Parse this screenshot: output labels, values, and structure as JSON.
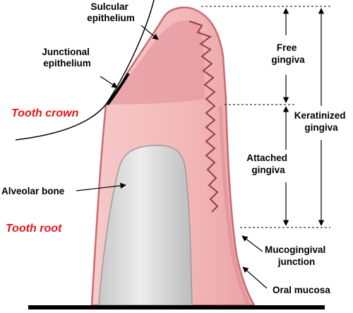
{
  "labels": {
    "sulcular_epithelium": [
      "Sulcular",
      "epithelium"
    ],
    "junctional_epithelium": [
      "Junctional",
      "epithelium"
    ],
    "tooth_crown": "Tooth crown",
    "alveolar_bone": "Alveolar bone",
    "tooth_root": "Tooth root",
    "free_gingiva": [
      "Free",
      "gingiva"
    ],
    "keratinized_gingiva": [
      "Keratinized",
      "gingiva"
    ],
    "attached_gingiva": [
      "Attached",
      "gingiva"
    ],
    "mucogingival_junction": [
      "Mucogingival",
      "junction"
    ],
    "oral_mucosa": "Oral mucosa"
  },
  "colors": {
    "tooth_label": "#e8141b",
    "gingiva_fill": "#f2b7b7",
    "gingiva_outline": "#c96b72",
    "sulcus_fill": "#e79ba2",
    "bone_fill": "#d9d9d9",
    "label_text": "#000000"
  }
}
